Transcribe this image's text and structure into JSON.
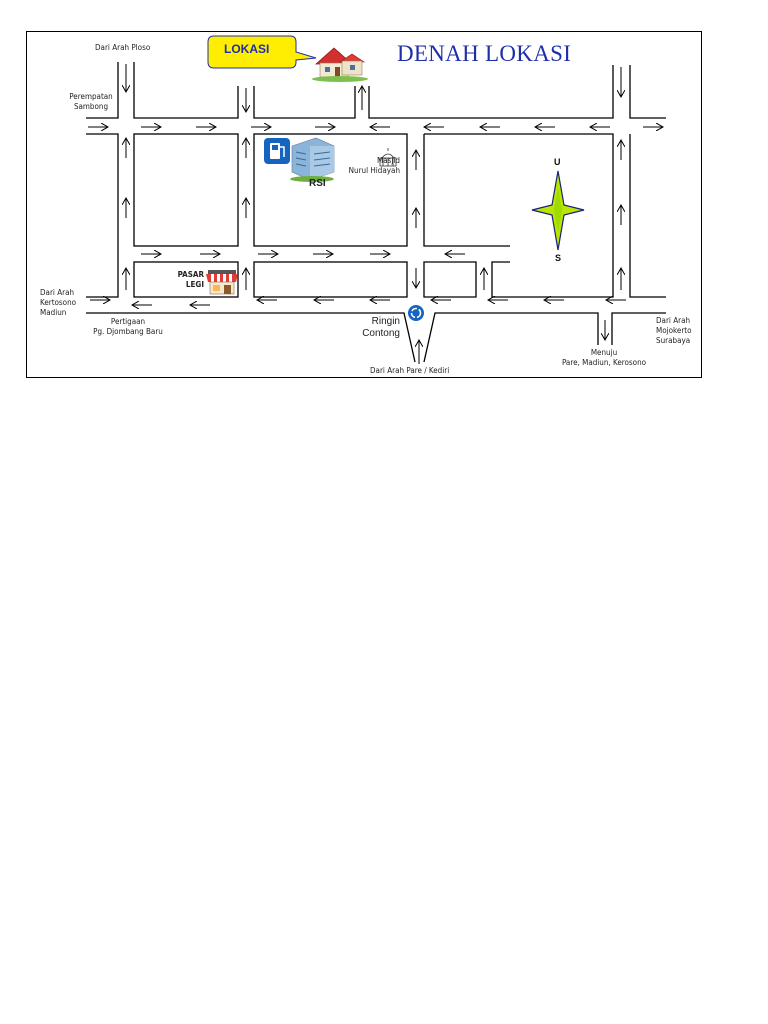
{
  "title": "DENAH LOKASI",
  "callout": "LOKASI",
  "labels": {
    "dari_arah_ploso": "Dari Arah Ploso",
    "perempatan_sambong": [
      "Perempatan",
      "Sambong"
    ],
    "dari_arah_kertosono": [
      "Dari Arah",
      "Kertosono",
      "Madiun"
    ],
    "pertigaan": [
      "Pertigaan",
      "Pg. Djombang Baru"
    ],
    "pasar_legi": [
      "PASAR",
      "LEGI"
    ],
    "rsi": "RSI",
    "masjid": [
      "Masjid",
      "Nurul Hidayah"
    ],
    "ringin_contong": [
      "Ringin",
      "Contong"
    ],
    "dari_arah_pare": "Dari Arah Pare / Kediri",
    "menuju": [
      "Menuju",
      "Pare, Madiun, Kerosono"
    ],
    "dari_arah_mojokerto": [
      "Dari Arah",
      "Mojokerto",
      "Surabaya"
    ],
    "compass_north": "U",
    "compass_south": "S"
  },
  "colors": {
    "title": "#1f2fa8",
    "callout_fill": "#ffee00",
    "road_line": "#000000",
    "compass_fill": "#b8e600",
    "compass_stroke": "#1a237e",
    "fuel_icon": "#1565c0",
    "roundabout": "#1565c0"
  },
  "icons": [
    "house-icon",
    "fuel-station-icon",
    "hospital-building-icon",
    "mosque-icon",
    "market-icon",
    "roundabout-icon",
    "compass-rose-icon"
  ]
}
